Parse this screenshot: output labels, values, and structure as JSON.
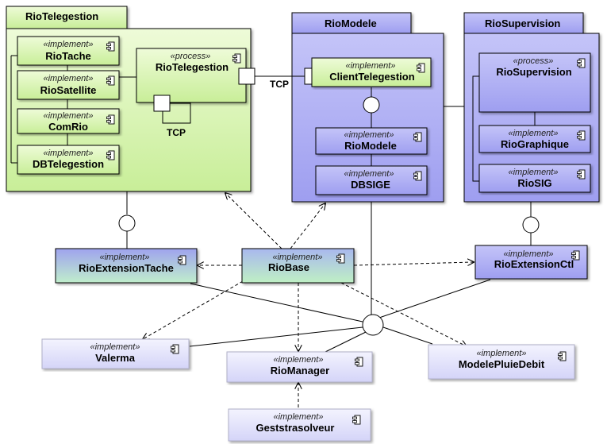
{
  "colors": {
    "green_pkg": "#ddf5b8",
    "green_comp": "#c9f09a",
    "purple_pkg": "#b9b9f5",
    "purple_comp": "#a3a3ee",
    "lavender": "#e2e2fb",
    "line": "#000000"
  },
  "packages": {
    "telegestion": "RioTelegestion",
    "modele": "RioModele",
    "supervision": "RioSupervision"
  },
  "stereotypes": {
    "implement": "«implement»",
    "process": "«process»"
  },
  "components": {
    "rio_tache": "RioTache",
    "rio_satellite": "RioSatellite",
    "com_rio": "ComRio",
    "db_telegestion": "DBTelegestion",
    "rio_telegestion": "RioTelegestion",
    "client_telegestion": "ClientTelegestion",
    "rio_modele": "RioModele",
    "dbsige": "DBSIGE",
    "rio_supervision": "RioSupervision",
    "rio_graphique": "RioGraphique",
    "rio_sig": "RioSIG",
    "rio_extension_tache": "RioExtensionTache",
    "rio_base": "RioBase",
    "rio_extension_ctl": "RioExtensionCtl",
    "valerma": "Valerma",
    "rio_manager": "RioManager",
    "modele_pluie_debit": "ModelePluieDebit",
    "geststrasolveur": "Geststrasolveur"
  },
  "labels": {
    "tcp_port": "TCP",
    "tcp_link": "TCP"
  }
}
